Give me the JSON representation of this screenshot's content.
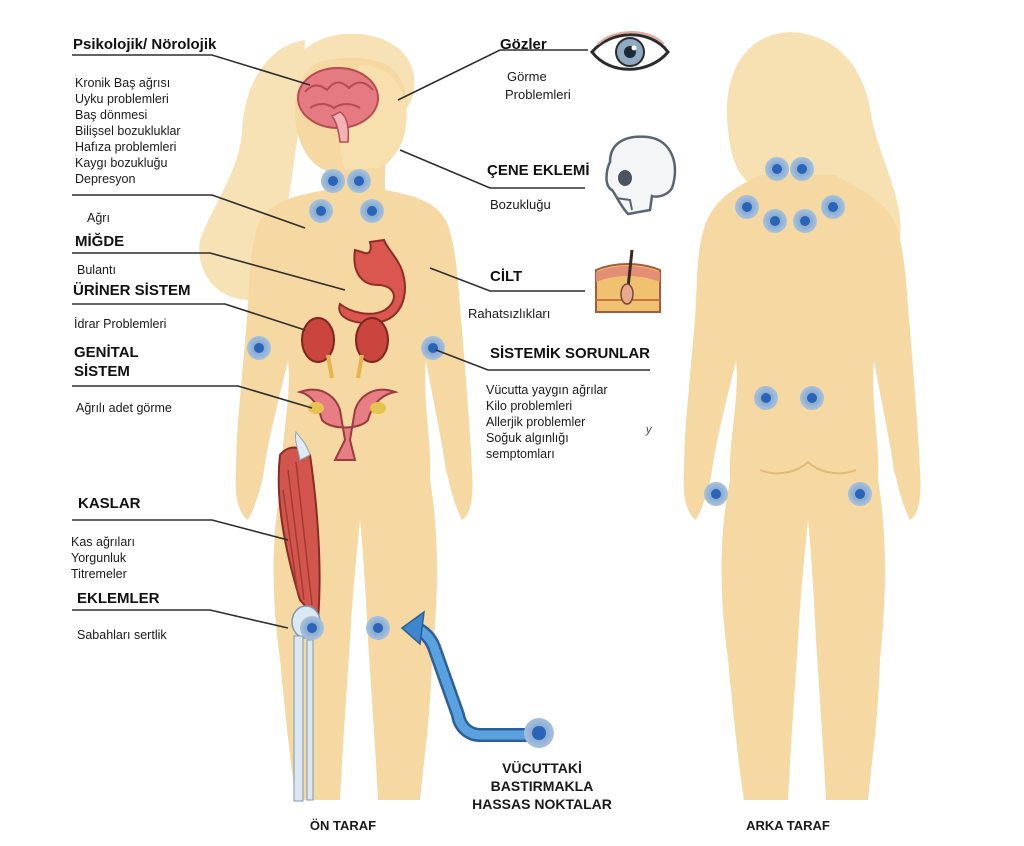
{
  "diagram": {
    "labels": {
      "neuro": {
        "title": "Psikolojik/ Nörolojik",
        "items": [
          "Kronik Baş ağrısı",
          "Uyku problemleri",
          "Baş dönmesi",
          "Bilişsel bozukluklar",
          "Hafıza problemleri",
          "Kaygı bozukluğu",
          "Depresyon"
        ]
      },
      "pain": {
        "items": [
          "Ağrı"
        ]
      },
      "stomach": {
        "title": "MİĞDE",
        "items": [
          "Bulantı"
        ]
      },
      "urinary": {
        "title": "ÜRİNER SİSTEM",
        "items": [
          "İdrar Problemleri"
        ]
      },
      "genital": {
        "title_lines": [
          "GENİTAL",
          "SİSTEM"
        ],
        "items": [
          "Ağrılı adet görme"
        ]
      },
      "muscles": {
        "title": "KASLAR",
        "items": [
          "Kas ağrıları",
          "Yorgunluk",
          "Titremeler"
        ]
      },
      "joints": {
        "title": "EKLEMLER",
        "items": [
          "Sabahları sertlik"
        ]
      },
      "eyes": {
        "title": "Gözler",
        "items": [
          "Görme",
          "Problemleri"
        ]
      },
      "jaw": {
        "title": "ÇENE EKLEMİ",
        "items": [
          "Bozukluğu"
        ]
      },
      "skin": {
        "title": "CİLT",
        "items": [
          "Rahatsızlıkları"
        ]
      },
      "systemic": {
        "title": "SİSTEMİK SORUNLAR",
        "items": [
          "Vücutta yaygın ağrılar",
          "Kilo problemleri",
          "Allerjik problemler",
          "Soğuk algınlığı",
          "semptomları"
        ]
      }
    },
    "legend_lines": [
      "VÜCUTTAKİ",
      "BASTIRMAKLA",
      "HASSAS NOKTALAR"
    ],
    "captions": {
      "front": "ÖN TARAF",
      "back": "ARKA TARAF"
    },
    "stray_mark": "y",
    "colors": {
      "skin": "#f6d9a4",
      "skin_shade": "#f0c98a",
      "hair": "#f7e1b4",
      "tender_point_outer": "#8fb0cf",
      "tender_point_inner": "#2a63b8",
      "arrow": "#4a90d6",
      "leader_line": "#333333",
      "organ_red": "#d9574f",
      "bone": "#dbe8f3"
    }
  }
}
